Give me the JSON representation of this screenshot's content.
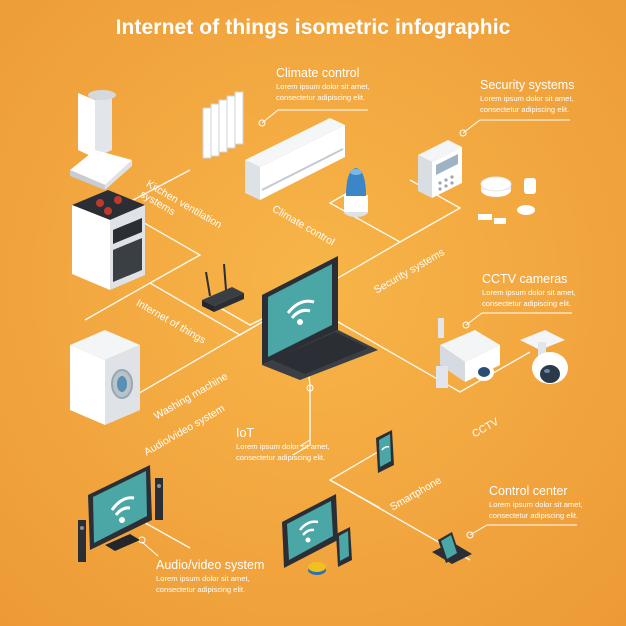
{
  "title": "Internet of things isometric infographic",
  "callouts": {
    "climate": {
      "heading": "Climate control",
      "line1": "Lorem ipsum dolor sit amet,",
      "line2": "consectetur adipiscing elit."
    },
    "security": {
      "heading": "Security systems",
      "line1": "Lorem ipsum dolor sit amet,",
      "line2": "consectetur adipiscing elit."
    },
    "cctv": {
      "heading": "CCTV cameras",
      "line1": "Lorem ipsum dolor sit amet,",
      "line2": "consectetur adipiscing elit."
    },
    "iot": {
      "heading": "IoT",
      "line1": "Lorem ipsum dolor sit amet,",
      "line2": "consectetur adipiscing elit."
    },
    "control": {
      "heading": "Control center",
      "line1": "Lorem ipsum dolor sit amet,",
      "line2": "consectetur adipiscing elit."
    },
    "av": {
      "heading": "Audio/video system",
      "line1": "Lorem ipsum dolor sit amet,",
      "line2": "consectetur adipiscing elit."
    }
  },
  "path_labels": {
    "kitchen": "Kitchen ventilation systems",
    "climate": "Climate control",
    "security": "Security systems",
    "iot": "Internet of things",
    "washing": "Washing machine",
    "av": "Audio/video system",
    "cctv": "CCTV",
    "smartphone": "Smartphone"
  },
  "colors": {
    "background": "#f2a63f",
    "line": "#ffffff",
    "text": "#ffffff",
    "screen": "#4aa7a5",
    "device": "#e9eef2"
  }
}
